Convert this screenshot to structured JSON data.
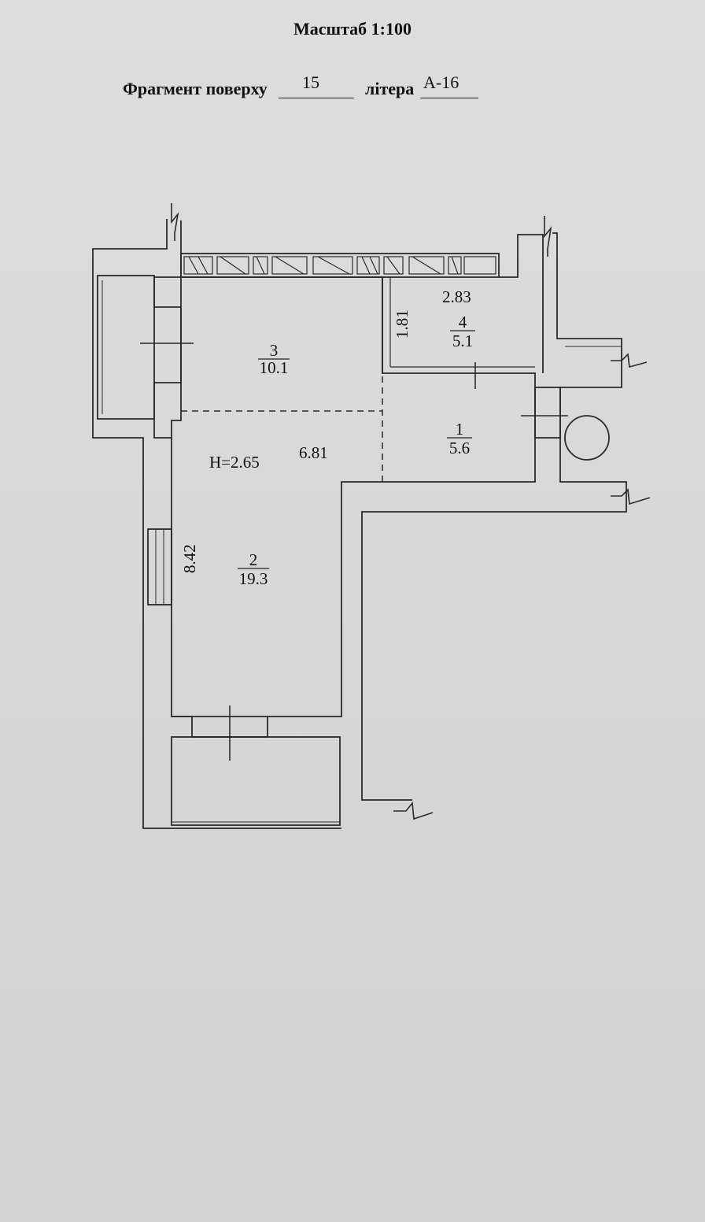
{
  "header": {
    "scale_text": "Масштаб 1:100",
    "fragment_label": "Фрагмент поверху",
    "floor_value": "15",
    "litera_label": "літера",
    "litera_value": "А-16"
  },
  "plan": {
    "ceiling_height": "Н=2.65",
    "rooms": [
      {
        "number": "1",
        "area": "5.6"
      },
      {
        "number": "2",
        "area": "19.3"
      },
      {
        "number": "3",
        "area": "10.1"
      },
      {
        "number": "4",
        "area": "5.1"
      }
    ],
    "dimensions": {
      "room4_width": "2.83",
      "room4_depth": "1.81",
      "main_width": "6.81",
      "main_length": "8.42"
    }
  }
}
